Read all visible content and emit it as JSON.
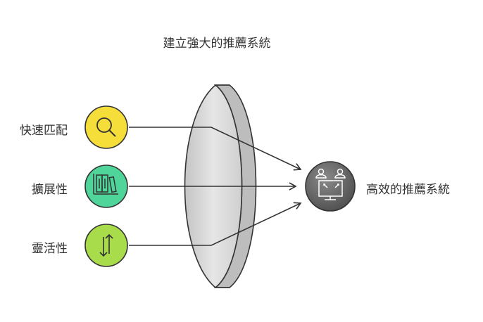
{
  "title": "建立強大的推薦系統",
  "inputs": [
    {
      "label": "快速匹配",
      "icon": "magnifier-icon",
      "color": "#f5dd3a"
    },
    {
      "label": "擴展性",
      "icon": "books-icon",
      "color": "#4fd49a"
    },
    {
      "label": "靈活性",
      "icon": "up-down-arrow-icon",
      "color": "#a8dc4a"
    }
  ],
  "output": {
    "label": "高效的推薦系統",
    "icon": "users-network-icon",
    "color": "#6b6b6b"
  },
  "lens": {
    "icon": "lens-icon"
  }
}
